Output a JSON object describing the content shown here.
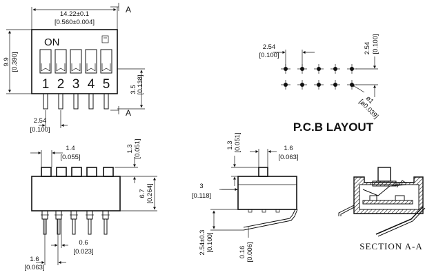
{
  "top_view": {
    "width_mm": "14.22±0.1",
    "width_in": "[0.560±0.004]",
    "section_mark_top": "A",
    "section_mark_bottom": "A",
    "height_mm": "9.9",
    "height_in": "[0.390]",
    "on_label": "ON",
    "positions": [
      "1",
      "2",
      "3",
      "4",
      "5"
    ],
    "lead_len_mm": "3.5",
    "lead_len_in": "[0.138]",
    "pitch_mm": "2.54",
    "pitch_in": "[0.100]"
  },
  "pcb_layout": {
    "title": "P.C.B LAYOUT",
    "pitch_h_mm": "2.54",
    "pitch_h_in": "[0.100]",
    "pitch_v_mm": "2.54",
    "pitch_v_in": "[0.100]",
    "hole_mm": "ø1",
    "hole_in": "[ø0.039]"
  },
  "front_view": {
    "actuator_w_mm": "1.4",
    "actuator_w_in": "[0.055]",
    "actuator_h_mm": "1.3",
    "actuator_h_in": "[0.051]",
    "body_h_mm": "6.7",
    "body_h_in": "[0.264]",
    "lead_w_mm": "0.6",
    "lead_w_in": "[0.023]",
    "lead_pitch_mm": "1.6",
    "lead_pitch_in": "[0.063]"
  },
  "side_view": {
    "act_h_mm": "1.3",
    "act_h_in": "[0.051]",
    "act_w_mm": "1.6",
    "act_w_in": "[0.063]",
    "body_mm": "3",
    "body_in": "[0.118]",
    "lead_mm": "2.54±0.3",
    "lead_in": "[0.100]",
    "lead_t_mm": "0.16",
    "lead_t_in": "[0.006]"
  },
  "section": {
    "label": "SECTION A-A"
  }
}
